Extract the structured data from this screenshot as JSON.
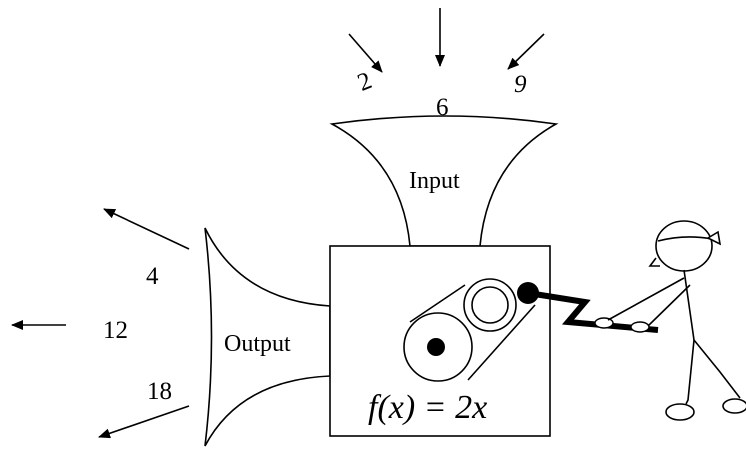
{
  "inputs": [
    "2",
    "6",
    "9"
  ],
  "input_label": "Input",
  "outputs": [
    "4",
    "12",
    "18"
  ],
  "output_label": "Output",
  "function_label": "f(x) = 2x"
}
